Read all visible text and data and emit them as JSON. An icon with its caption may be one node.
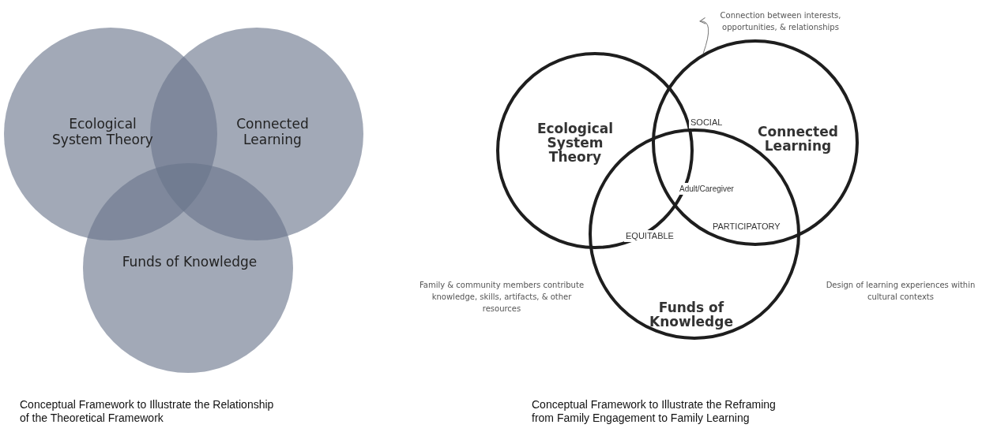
{
  "diagram": {
    "nodes": [
      {
        "text": [
          "Ecological System Theory"
        ]
      },
      {
        "text": [
          "Connected Learning"
        ]
      },
      {
        "text": [
          "Funds of Knowledge"
        ]
      },
      {
        "text": [
          "Ecological System Theory"
        ]
      },
      {
        "text": [
          "Connected Learning"
        ]
      },
      {
        "text": [
          "Funds of Knowledge"
        ]
      },
      {
        "text": [
          "Connection between interests, opportunities, & relationships"
        ]
      }
    ],
    "edges": [
      {
        "from": 4,
        "to": 6,
        "arrow": "to"
      }
    ],
    "labels": [
      "SOCIAL",
      "Adult/Caregiver",
      "EQUITABLE",
      "PARTICIPATORY",
      "Family & community members contribute knowledge, skills, artifacts, & other resources",
      "Design of learning experiences within cultural contexts",
      "Conceptual Framework to Illustrate the Relationship of the Theoretical Framework",
      "Conceptual Framework to Illustrate the Reframing from Family Engagement to Family Learning"
    ]
  }
}
